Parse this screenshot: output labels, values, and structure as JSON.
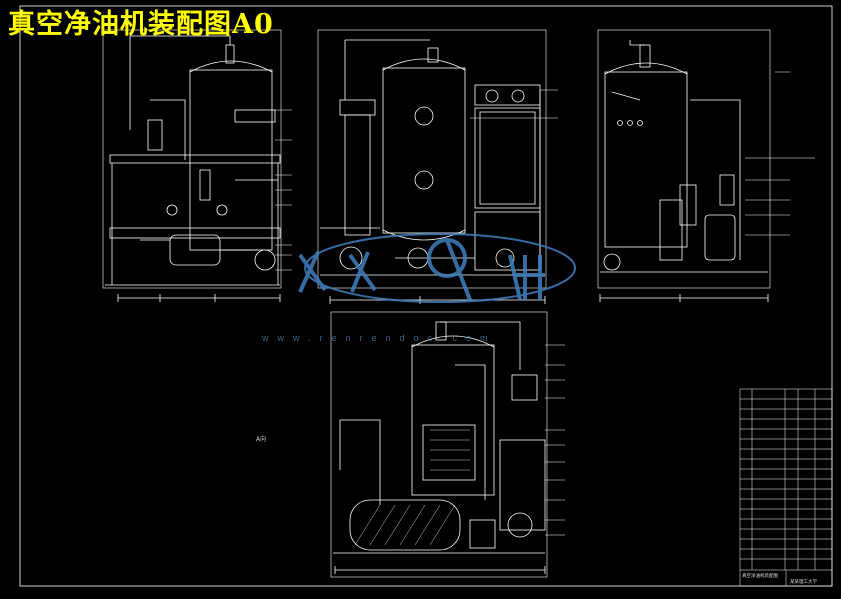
{
  "drawing": {
    "title": "真空净油机装配图A0",
    "view_label": "A向",
    "watermark_text": "www.renrendoc.com",
    "accent_line_color": "#ffffff",
    "title_color": "#ffff00",
    "watermark_color": "#3f7fbf"
  },
  "title_block": {
    "name": "真空净油机装配图",
    "school": "某某理工大学"
  }
}
